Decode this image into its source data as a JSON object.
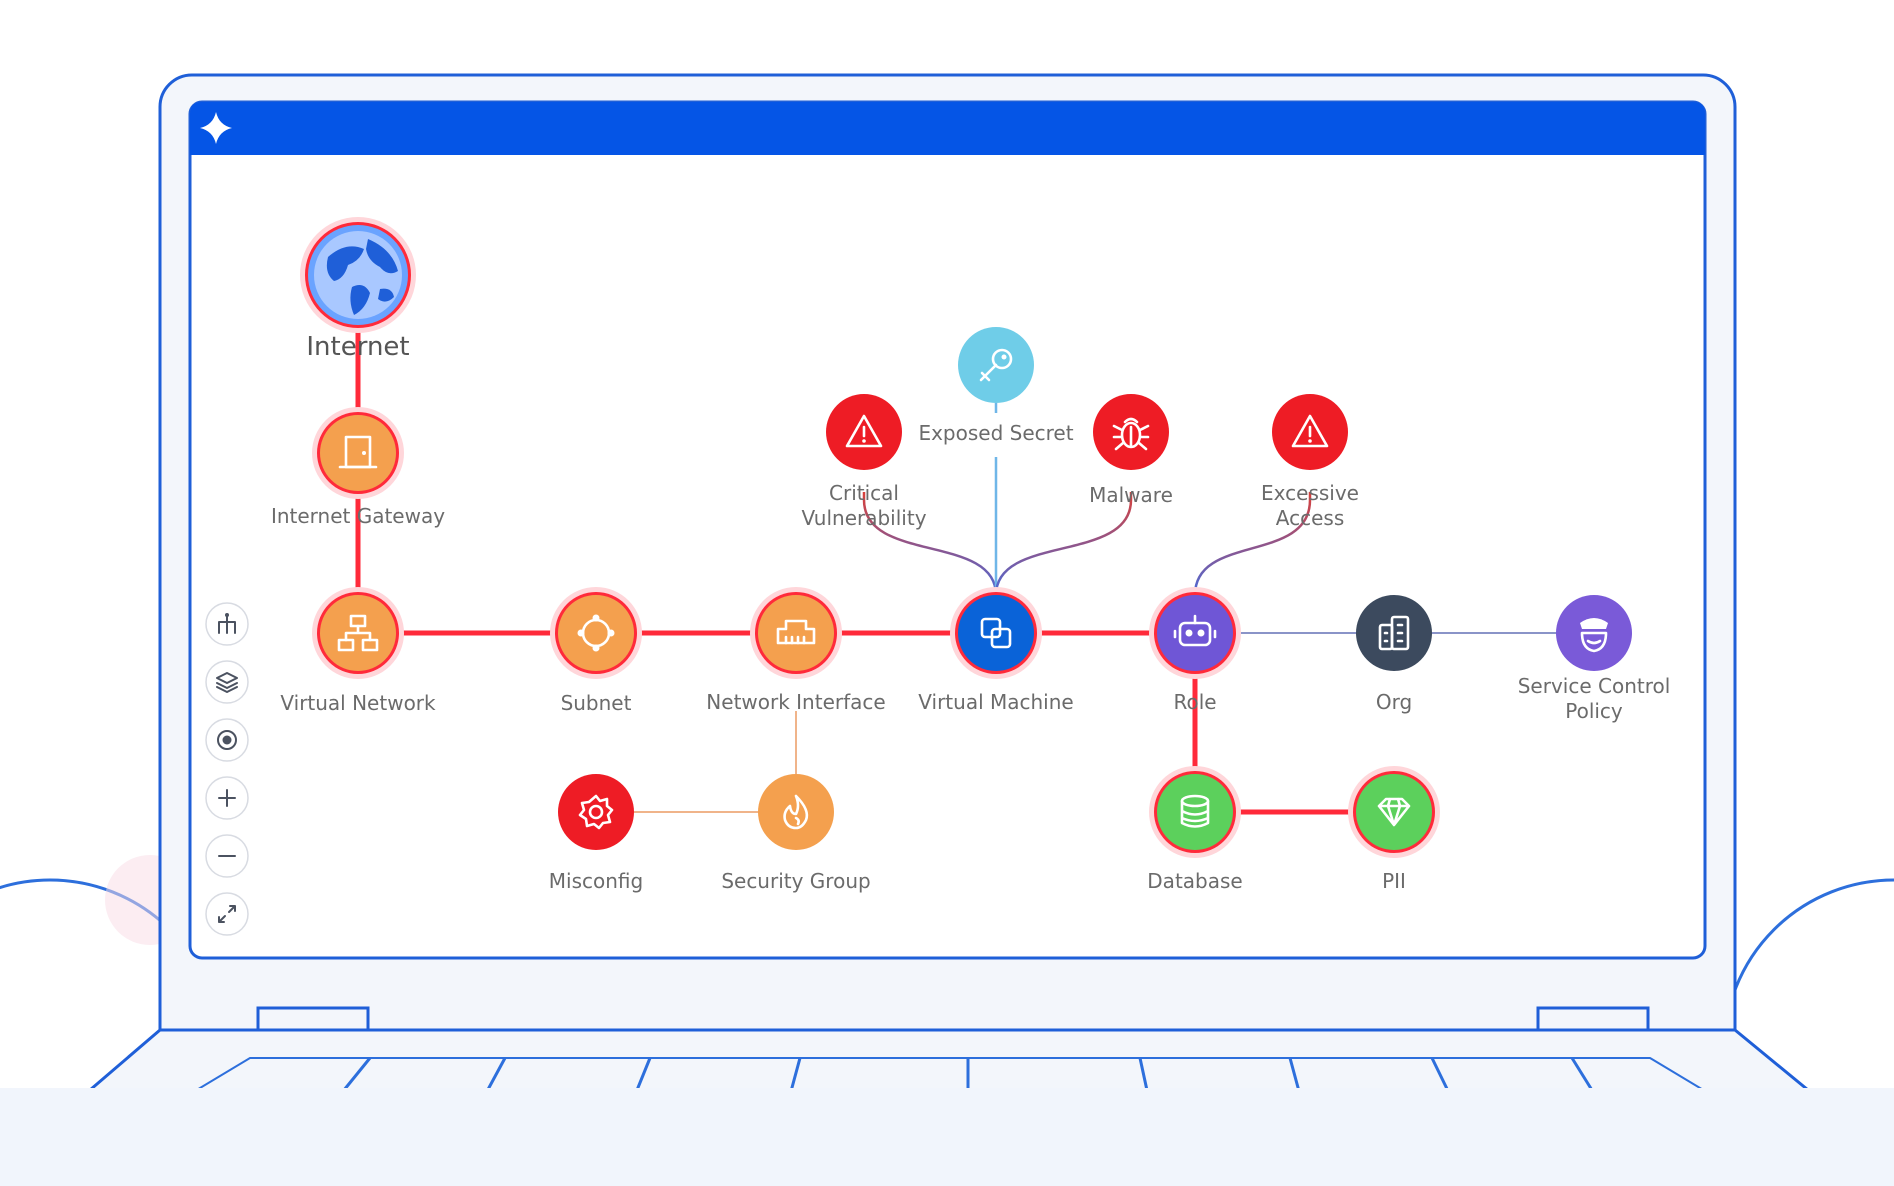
{
  "app": {
    "header_color": "#0555e6"
  },
  "nodes": [
    {
      "id": "internet",
      "label": [
        "Internet"
      ],
      "color": "#6aa3ff",
      "ring": "#ff2a3a",
      "icon": "globe-icon",
      "big": true
    },
    {
      "id": "internet-gateway",
      "label": [
        "Internet Gateway"
      ],
      "color": "#f4a04e",
      "ring": "#ff2a3a",
      "icon": "door-icon"
    },
    {
      "id": "virtual-network",
      "label": [
        "Virtual Network"
      ],
      "color": "#f4a04e",
      "ring": "#ff2a3a",
      "icon": "network-icon"
    },
    {
      "id": "subnet",
      "label": [
        "Subnet"
      ],
      "color": "#f4a04e",
      "ring": "#ff2a3a",
      "icon": "subnet-icon"
    },
    {
      "id": "network-interface",
      "label": [
        "Network Interface"
      ],
      "color": "#f4a04e",
      "ring": "#ff2a3a",
      "icon": "ethernet-icon"
    },
    {
      "id": "virtual-machine",
      "label": [
        "Virtual Machine"
      ],
      "color": "#0a63d8",
      "ring": "#ff2a3a",
      "icon": "copy-icon"
    },
    {
      "id": "role",
      "label": [
        "Role"
      ],
      "color": "#6f56d6",
      "ring": "#ff2a3a",
      "icon": "robot-icon"
    },
    {
      "id": "org",
      "label": [
        "Org"
      ],
      "color": "#3c4a5e",
      "ring": "",
      "icon": "building-icon"
    },
    {
      "id": "service-control-policy",
      "label": [
        "Service Control",
        "Policy"
      ],
      "color": "#7a5ad8",
      "ring": "",
      "icon": "police-icon"
    },
    {
      "id": "critical-vulnerability",
      "label": [
        "Critical",
        "Vulnerability"
      ],
      "color": "#ee1c25",
      "ring": "",
      "icon": "warning-icon"
    },
    {
      "id": "exposed-secret",
      "label": [
        "Exposed Secret"
      ],
      "color": "#6fcde8",
      "ring": "",
      "icon": "key-icon"
    },
    {
      "id": "malware",
      "label": [
        "Malware"
      ],
      "color": "#ee1c25",
      "ring": "",
      "icon": "bug-icon"
    },
    {
      "id": "excessive-access",
      "label": [
        "Excessive",
        "Access"
      ],
      "color": "#ee1c25",
      "ring": "",
      "icon": "warning-icon"
    },
    {
      "id": "misconfig",
      "label": [
        "Misconfig"
      ],
      "color": "#ee1c25",
      "ring": "",
      "icon": "gear-icon"
    },
    {
      "id": "security-group",
      "label": [
        "Security Group"
      ],
      "color": "#f4a04e",
      "ring": "",
      "icon": "flame-icon"
    },
    {
      "id": "database",
      "label": [
        "Database"
      ],
      "color": "#5cd05c",
      "ring": "#ff2a3a",
      "icon": "database-icon"
    },
    {
      "id": "pii",
      "label": [
        "PII"
      ],
      "color": "#5cd05c",
      "ring": "#ff2a3a",
      "icon": "diamond-icon"
    }
  ],
  "edges": [
    {
      "from": "internet",
      "to": "internet-gateway",
      "type": "critical"
    },
    {
      "from": "internet-gateway",
      "to": "virtual-network",
      "type": "critical"
    },
    {
      "from": "virtual-network",
      "to": "subnet",
      "type": "critical"
    },
    {
      "from": "subnet",
      "to": "network-interface",
      "type": "critical"
    },
    {
      "from": "network-interface",
      "to": "virtual-machine",
      "type": "critical"
    },
    {
      "from": "virtual-machine",
      "to": "role",
      "type": "critical"
    },
    {
      "from": "role",
      "to": "database",
      "type": "critical"
    },
    {
      "from": "database",
      "to": "pii",
      "type": "critical"
    },
    {
      "from": "role",
      "to": "org",
      "type": "normal"
    },
    {
      "from": "org",
      "to": "service-control-policy",
      "type": "normal"
    },
    {
      "from": "network-interface",
      "to": "security-group",
      "type": "normal"
    },
    {
      "from": "security-group",
      "to": "misconfig",
      "type": "normal"
    },
    {
      "from": "critical-vulnerability",
      "to": "virtual-machine",
      "type": "finding"
    },
    {
      "from": "exposed-secret",
      "to": "virtual-machine",
      "type": "finding"
    },
    {
      "from": "malware",
      "to": "virtual-machine",
      "type": "finding"
    },
    {
      "from": "excessive-access",
      "to": "role",
      "type": "finding"
    }
  ],
  "controls": [
    {
      "id": "layout",
      "icon": "hierarchy-icon"
    },
    {
      "id": "layers",
      "icon": "layers-icon"
    },
    {
      "id": "focus",
      "icon": "target-icon"
    },
    {
      "id": "zoom-in",
      "icon": "plus-icon"
    },
    {
      "id": "zoom-out",
      "icon": "minus-icon"
    },
    {
      "id": "fit",
      "icon": "expand-icon"
    }
  ]
}
